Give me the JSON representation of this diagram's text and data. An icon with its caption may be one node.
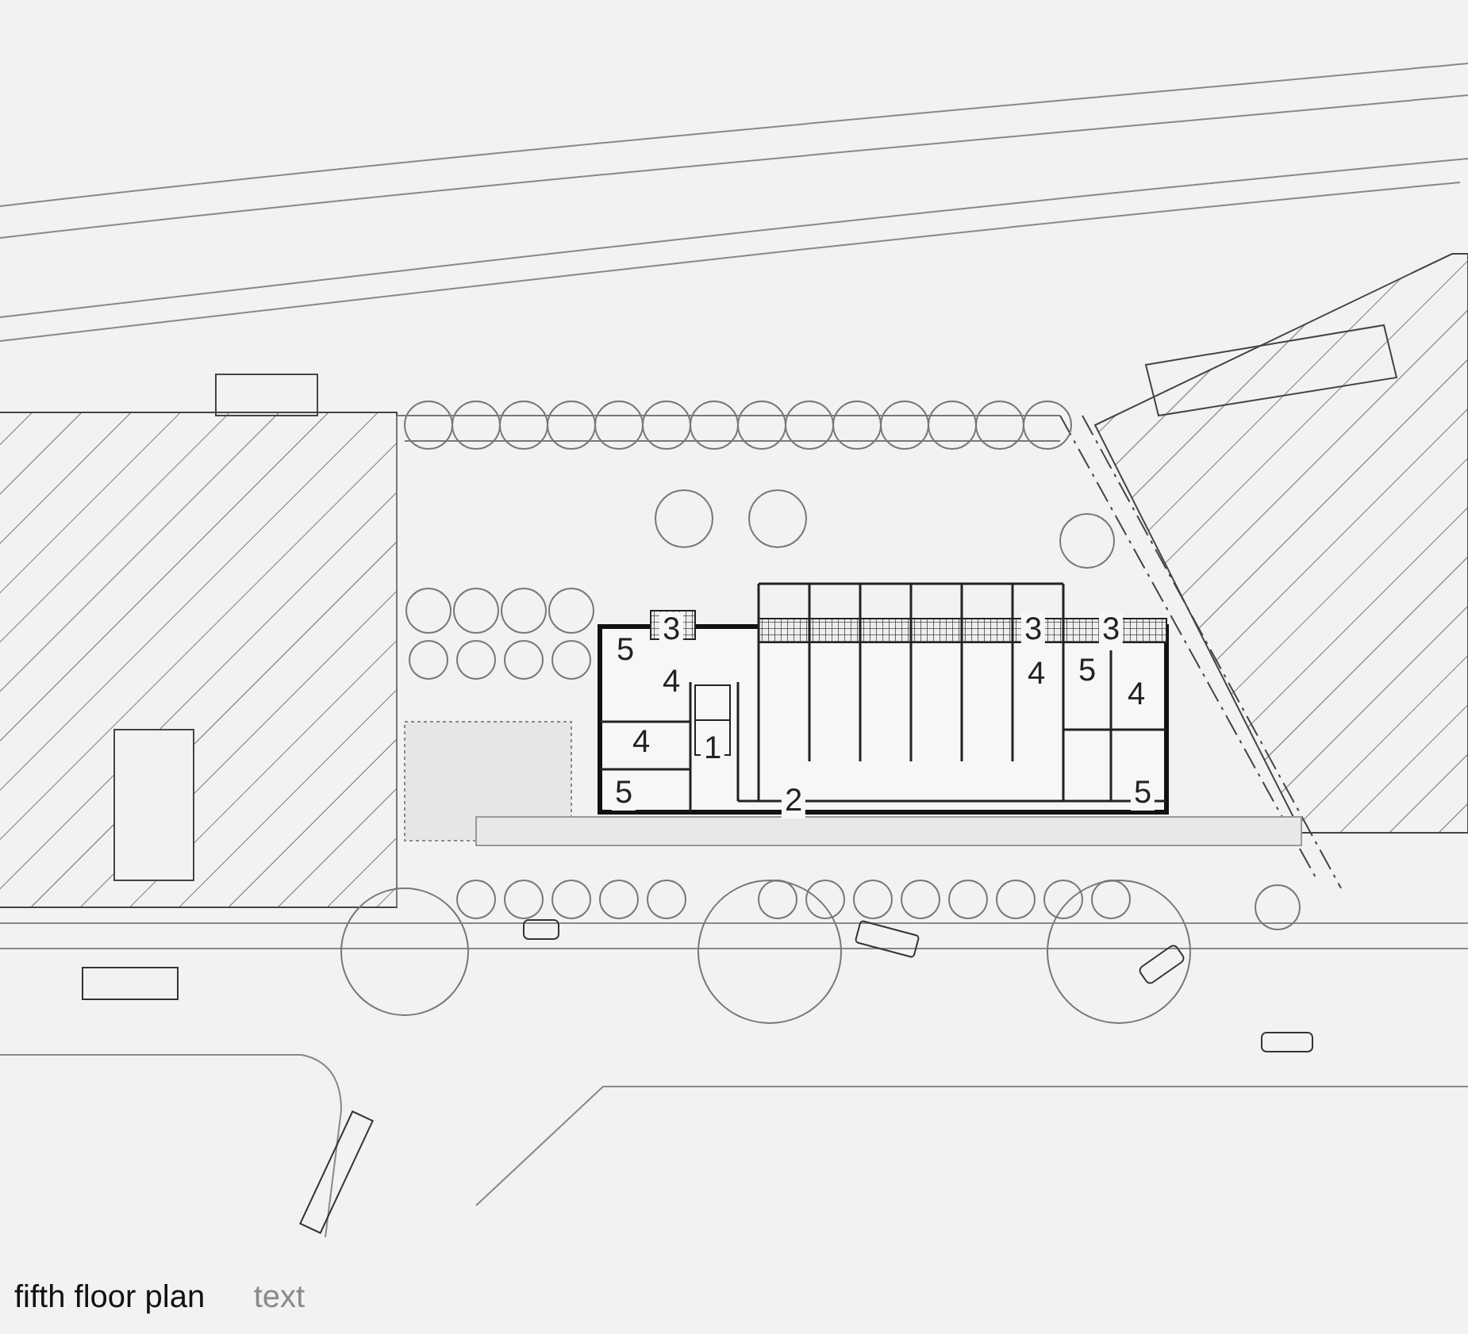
{
  "diagram": {
    "caption": "fifth floor plan",
    "labels": [
      "3",
      "3",
      "3",
      "5",
      "4",
      "4",
      "5",
      "4",
      "4",
      "1",
      "5",
      "2",
      "5",
      "text"
    ]
  }
}
